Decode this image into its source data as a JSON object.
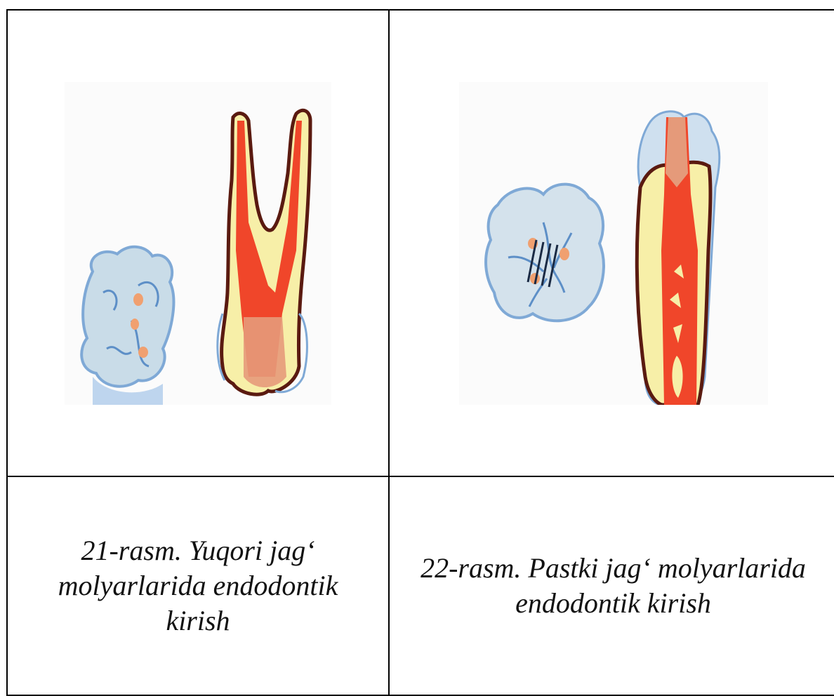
{
  "figures": [
    {
      "image_icon": "upper-molar-endodontic-access-illustration",
      "caption": "21-rasm. Yuqori jag‘ molyarlarida endodontik kirish"
    },
    {
      "image_icon": "lower-molar-endodontic-access-illustration",
      "caption": "22-rasm. Pastki jag‘ molyarlarida endodontik kirish"
    }
  ],
  "colors": {
    "enamel_blue": "#aac8e6",
    "enamel_outline": "#6f9fd0",
    "dentin_yellow": "#f7efa8",
    "pulp_red": "#f0462a",
    "pulp_chamber": "#e59a7a",
    "outline_dark": "#5a1a10",
    "orifice": "#f0a070"
  }
}
